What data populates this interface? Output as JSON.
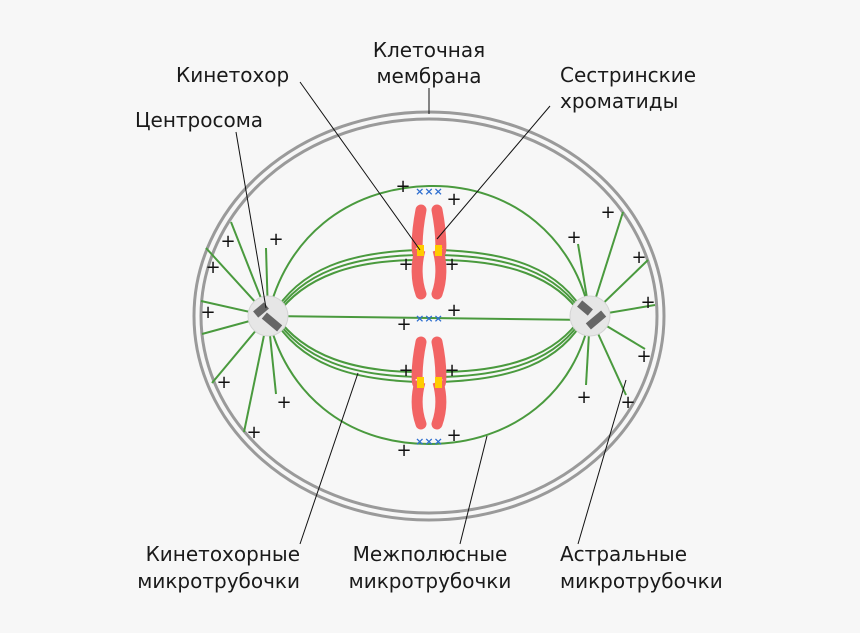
{
  "labels": {
    "membrane": [
      "Клеточная",
      "мембрана"
    ],
    "kinetochore": "Кинетохор",
    "sister_chromatids": [
      "Сестринские",
      "хроматиды"
    ],
    "centrosome": "Центросома",
    "kinetochore_mt": [
      "Кинетохорные",
      "микротрубочки"
    ],
    "interpolar_mt": [
      "Межполюсные",
      "микротрубочки"
    ],
    "astral_mt": [
      "Астральные",
      "микротрубочки"
    ]
  },
  "symbols": {
    "plus": "+",
    "crosslink": "×××"
  },
  "colors": {
    "background": "#f7f7f7",
    "membrane": "#9a9a9a",
    "microtubule": "#4a9a3e",
    "chromosome": "#f26464",
    "kinetochore": "#ffcc00",
    "centrosome_body": "#e6e6e6",
    "centriole": "#666666",
    "crosslink": "#2f6fd0"
  }
}
